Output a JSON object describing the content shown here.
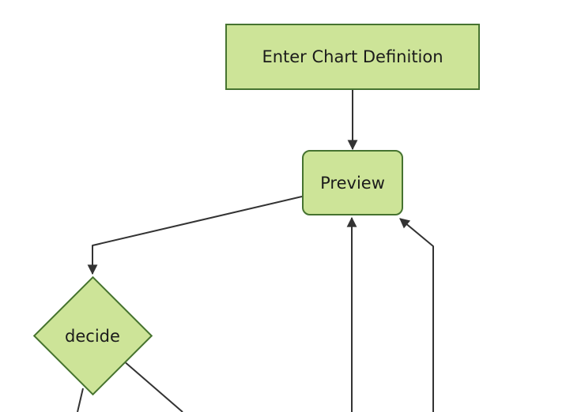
{
  "diagram": {
    "type": "flowchart",
    "direction": "top-down",
    "theme": {
      "background": "#ffffff",
      "node_fill": "#cde498",
      "node_border": "#467330",
      "edge_color": "#333333",
      "text_color": "#1b1b1b"
    },
    "nodes": [
      {
        "id": "A",
        "label": "Enter Chart Definition",
        "shape": "rectangle"
      },
      {
        "id": "B",
        "label": "Preview",
        "shape": "rounded-rectangle"
      },
      {
        "id": "C",
        "label": "decide",
        "shape": "diamond"
      }
    ],
    "edges": [
      {
        "from": "Enter Chart Definition",
        "to": "Preview",
        "arrow": true
      },
      {
        "from": "Preview",
        "to": "decide",
        "arrow": true
      },
      {
        "from": "offscreen-bottom-1",
        "to": "Preview",
        "arrow": true
      },
      {
        "from": "offscreen-bottom-2",
        "to": "Preview",
        "arrow": true
      },
      {
        "from": "decide",
        "to": "offscreen-bottom-left",
        "arrow": false
      },
      {
        "from": "decide",
        "to": "offscreen-bottom-right",
        "arrow": false
      }
    ]
  }
}
